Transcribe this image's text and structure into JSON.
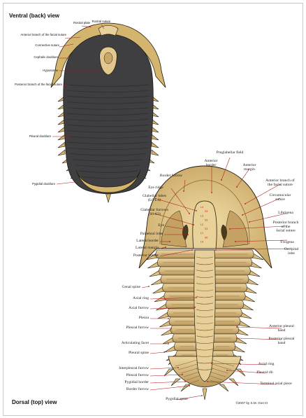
{
  "ventral": {
    "heading": "Ventral (back) view",
    "labels": [
      "Rostral plate",
      "Rostral suture",
      "Anterior branch of the facial suture",
      "Connective suture",
      "Cephalic doublure",
      "Hypostome",
      "Posterior branch of the facial suture",
      "Pleural doublure",
      "Pygidial doublure"
    ]
  },
  "dorsal": {
    "heading": "Dorsal (top) view",
    "labels": [
      "Anterior border",
      "Preglabellar field",
      "Anterior margin",
      "Border furrow",
      "Anterior branch of the facial suture",
      "Eye ridge",
      "Circumocular suture",
      "Glabellar lobes (L0-L4)",
      "Librigena",
      "Glabellar furrows (S0-S3)",
      "Posterior branch of the facial suture",
      "Eye",
      "Palpebral lobe",
      "Fixigena",
      "Lateral border",
      "Occipital lobe",
      "Lateral margin",
      "Posterior border",
      "Genal spine",
      "Axial ring",
      "Axial furrow",
      "Pleura",
      "Pleural furrow",
      "Anterior pleural band",
      "Posterior pleural band",
      "Articulating facet",
      "Pleural spine",
      "Axial ring",
      "Interpleural furrow",
      "Pleural rib",
      "Pleural furrow",
      "Pygidial border",
      "Terminal axial piece",
      "Border furrow",
      "Pygidial spine"
    ],
    "glabella_marks": [
      "L4",
      "S3",
      "L3",
      "S2",
      "L2",
      "S1",
      "L1",
      "S0",
      "L0"
    ]
  },
  "credit": "©2007 by S.M. Gon III",
  "colors": {
    "ventral_body": "#3f3f41",
    "ventral_doublure": "#d4b56e",
    "dorsal_body": "#ddc285",
    "dorsal_shadow": "#a88a4c",
    "outline": "#241a0c",
    "leader": "#b01515"
  }
}
